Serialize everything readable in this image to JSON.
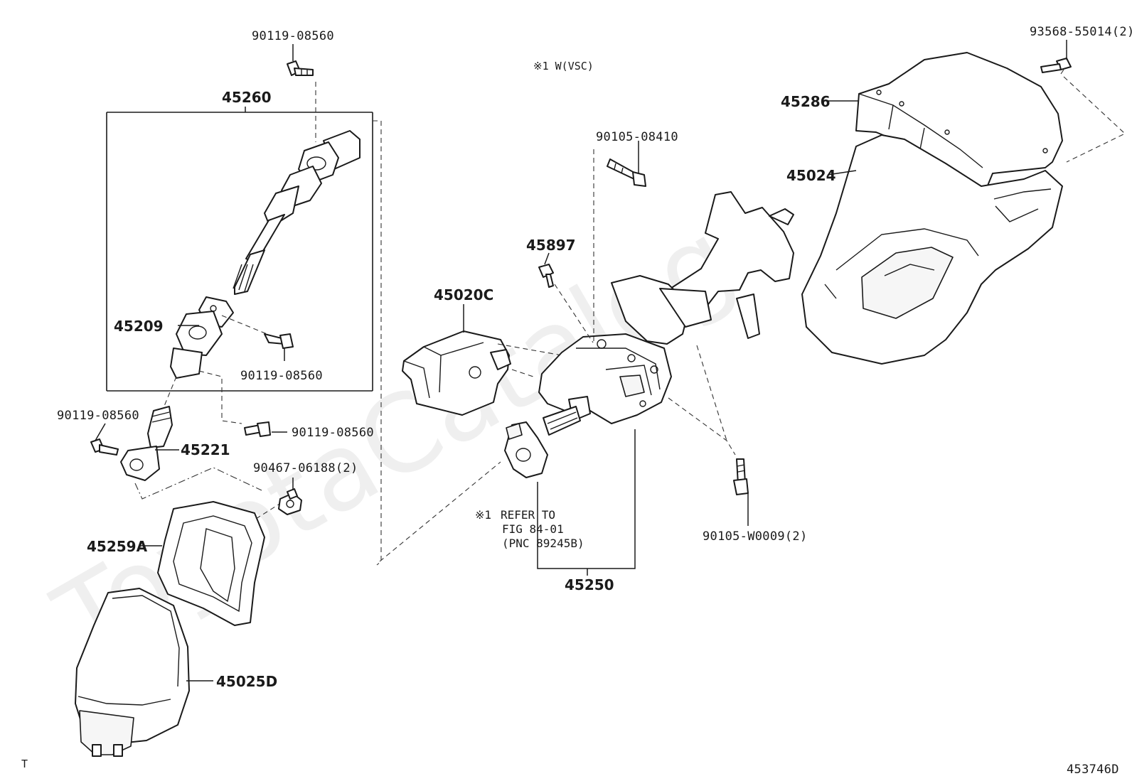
{
  "watermark": "ToyotaCatalog",
  "figure_code": "453746D",
  "corner_mark": "T",
  "condition_note": "※1 W(VSC)",
  "labels": {
    "p45260": "45260",
    "p45209": "45209",
    "p45221": "45221",
    "p45259a": "45259A",
    "p45025d": "45025D",
    "p45020c": "45020C",
    "p45897": "45897",
    "p45250": "45250",
    "p45286": "45286",
    "p45024": "45024",
    "b_top": "90119-08560",
    "b_inner": "90119-08560",
    "b_left": "90119-08560",
    "b_mid": "90119-08560",
    "clip": "90467-06188(2)",
    "bolt_col": "90105-08410",
    "bolt_low": "90105-W0009(2)",
    "screw_cover": "93568-55014(2)"
  },
  "refer_note": {
    "mark": "※1",
    "line1": "REFER TO",
    "line2": "FIG 84-01",
    "line3": "(PNC 89245B)"
  },
  "icons": {
    "bolt": "bolt-icon",
    "clip": "clip-icon",
    "screw": "screw-icon"
  }
}
